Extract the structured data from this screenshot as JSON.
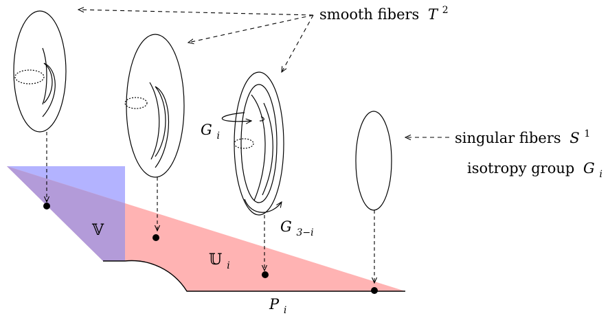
{
  "labels": {
    "smooth_fibers": "smooth fibers",
    "smooth_fibers_math": "T",
    "smooth_fibers_sup": "2",
    "singular_fibers": "singular fibers",
    "singular_fibers_math": "S",
    "singular_fibers_sup": "1",
    "isotropy_group": "isotropy group",
    "isotropy_math": "G",
    "isotropy_sub": "i",
    "G_i_main": "G",
    "G_i_sub": "i",
    "G_3i_main": "G",
    "G_3i_sub": "3−i",
    "V": "𝕍",
    "U_main": "𝕌",
    "U_sub": "i",
    "P_main": "P",
    "P_sub": "i"
  },
  "colors": {
    "blue_region": "#b3b3ff",
    "red_region": "#ffb3b3",
    "overlap_region": "#b39bd9",
    "stroke": "#000000"
  }
}
